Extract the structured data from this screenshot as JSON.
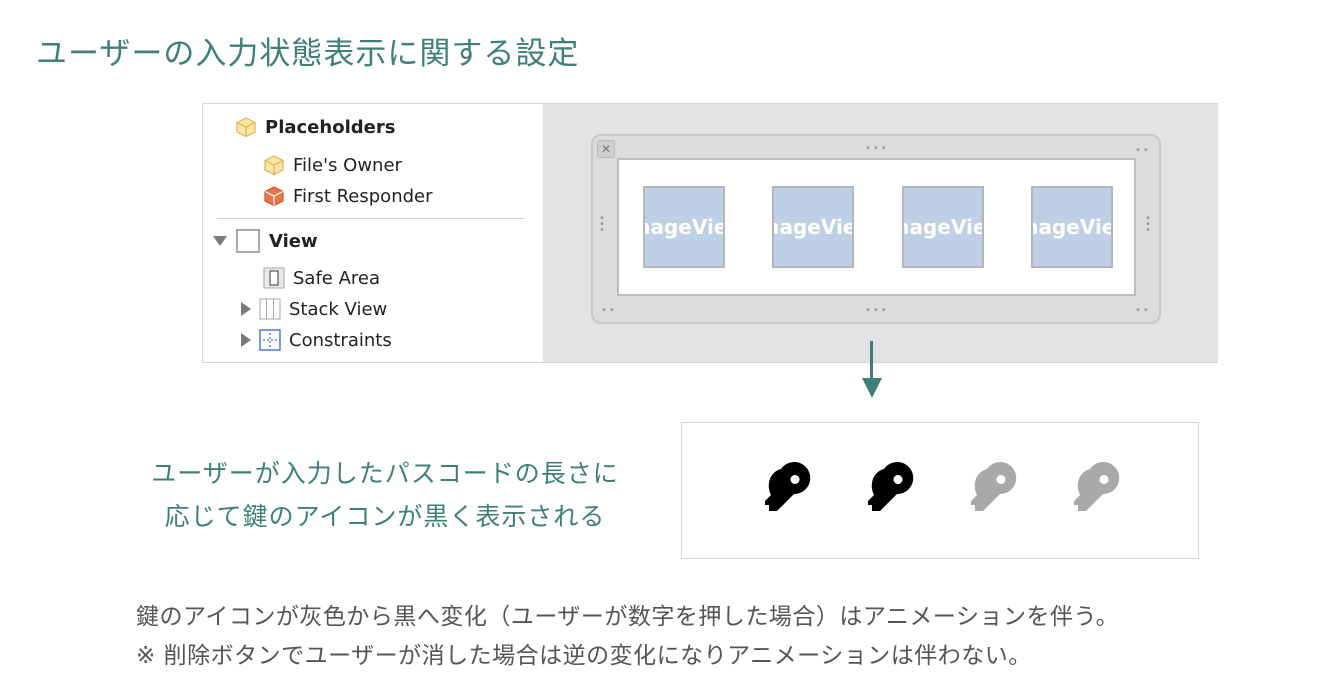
{
  "title": "ユーザーの入力状態表示に関する設定",
  "outline": {
    "placeholders": "Placeholders",
    "files_owner": "File's Owner",
    "first_responder": "First Responder",
    "view": "View",
    "safe_area": "Safe Area",
    "stack_view": "Stack View",
    "constraints": "Constraints"
  },
  "canvas": {
    "image_view_label": "ImageView",
    "image_view_count": 4
  },
  "caption": {
    "line1": "ユーザーが入力したパスコードの長さに",
    "line2": "応じて鍵のアイコンが黒く表示される"
  },
  "keys": {
    "filled_color": "#000000",
    "empty_color": "#a9a9a9",
    "states": [
      "filled",
      "filled",
      "empty",
      "empty"
    ]
  },
  "notes": {
    "line1": "鍵のアイコンが灰色から黒へ変化（ユーザーが数字を押した場合）はアニメーションを伴う。",
    "line2": "※ 削除ボタンでユーザーが消した場合は逆の変化になりアニメーションは伴わない。"
  },
  "colors": {
    "accent": "#3f7f7a",
    "image_view_fill": "#bfcfe6"
  }
}
